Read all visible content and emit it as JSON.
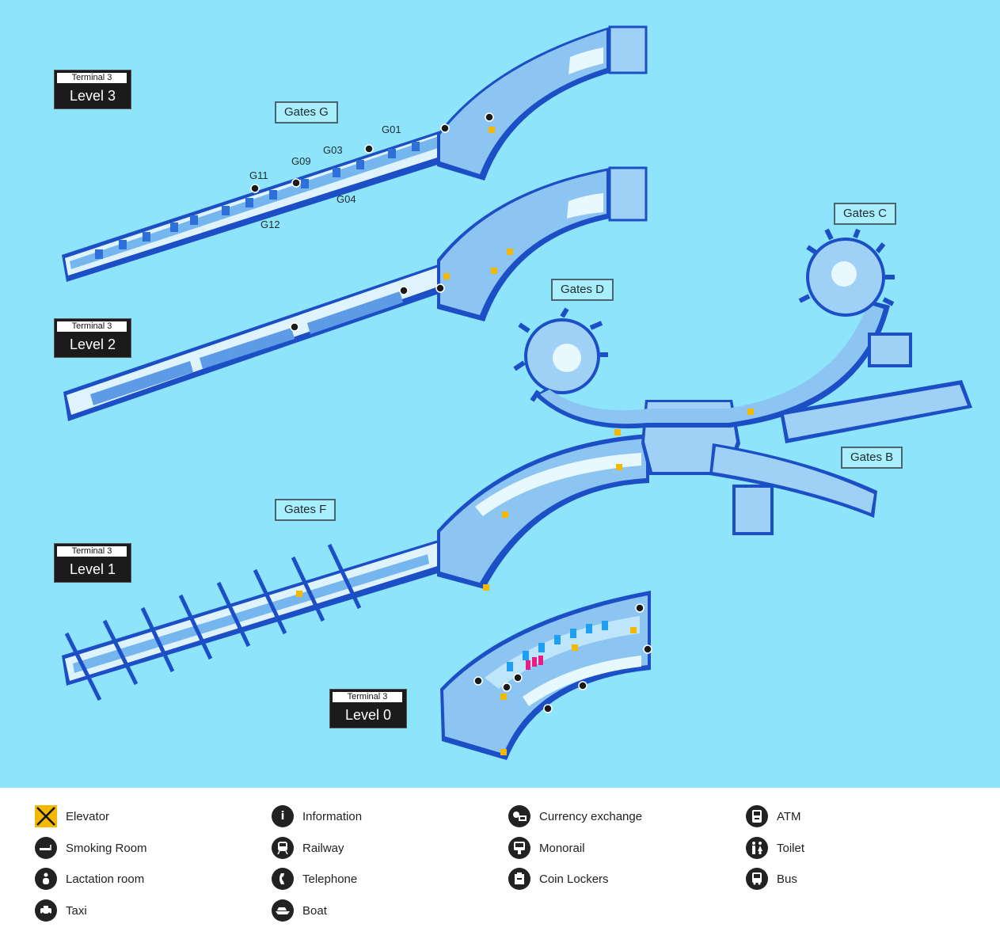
{
  "levels": [
    {
      "terminal": "Terminal 3",
      "level": "Level 3"
    },
    {
      "terminal": "Terminal 3",
      "level": "Level 2"
    },
    {
      "terminal": "Terminal 3",
      "level": "Level 1"
    },
    {
      "terminal": "Terminal 3",
      "level": "Level 0"
    }
  ],
  "gate_areas": {
    "g": "Gates G",
    "c": "Gates C",
    "d": "Gates D",
    "b": "Gates B",
    "f": "Gates F"
  },
  "gate_labels": {
    "g01": "G01",
    "g03": "G03",
    "g09": "G09",
    "g11": "G11",
    "g04": "G04",
    "g12": "G12"
  },
  "legend": [
    {
      "icon": "elevator-icon",
      "label": "Elevator"
    },
    {
      "icon": "smoking-room-icon",
      "label": "Smoking Room"
    },
    {
      "icon": "lactation-room-icon",
      "label": "Lactation room"
    },
    {
      "icon": "taxi-icon",
      "label": "Taxi"
    },
    {
      "icon": "information-icon",
      "label": "Information"
    },
    {
      "icon": "railway-icon",
      "label": "Railway"
    },
    {
      "icon": "telephone-icon",
      "label": "Telephone"
    },
    {
      "icon": "boat-icon",
      "label": "Boat"
    },
    {
      "icon": "currency-exchange-icon",
      "label": "Currency exchange"
    },
    {
      "icon": "monorail-icon",
      "label": "Monorail"
    },
    {
      "icon": "coin-lockers-icon",
      "label": "Coin Lockers"
    },
    {
      "icon": "atm-icon",
      "label": "ATM"
    },
    {
      "icon": "toilet-icon",
      "label": "Toilet"
    },
    {
      "icon": "bus-icon",
      "label": "Bus"
    }
  ],
  "colors": {
    "background": "#8ee4fb",
    "building": "#7fbef0",
    "building_dark": "#1c4fc6",
    "elevator": "#f5b800"
  }
}
